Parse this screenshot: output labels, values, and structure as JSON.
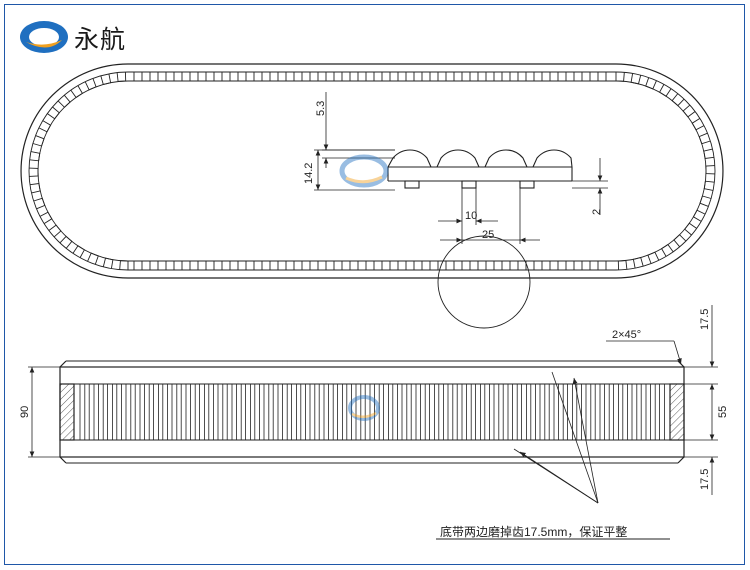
{
  "brand": {
    "name": "永航",
    "logo_colors": {
      "blue": "#1f6fc0",
      "orange": "#f0a020"
    }
  },
  "top_view": {
    "dims": {
      "tooth_height": "5.3",
      "belt_thickness": "14.2",
      "tooth_width": "10",
      "pitch": "25",
      "base_thickness": "2"
    }
  },
  "bottom_view": {
    "dims": {
      "overall_width": "90",
      "chamfer": "2×45°",
      "edge_top": "17.5",
      "center_width": "55",
      "edge_bottom": "17.5"
    },
    "note": "底带两边磨掉齿17.5mm，保证平整"
  },
  "colors": {
    "line": "#222222",
    "frame": "#1f57a8"
  }
}
